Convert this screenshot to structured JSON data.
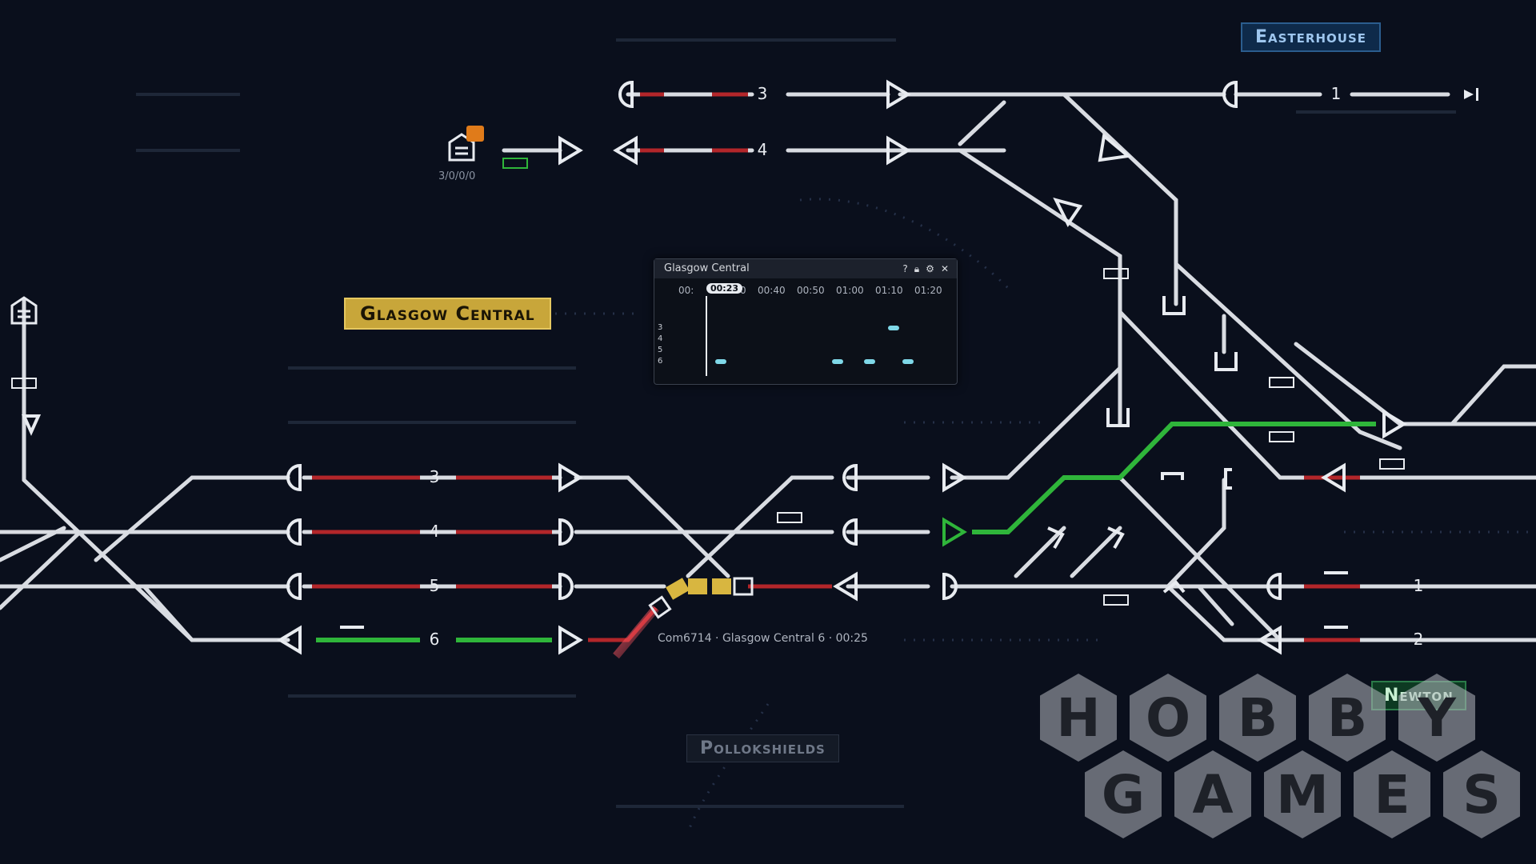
{
  "stations": {
    "easterhouse": "Easterhouse",
    "glasgow_central": "Glasgow Central",
    "newton": "Newton",
    "pollokshields": "Pollokshields"
  },
  "upper_tracks": {
    "t3": "3",
    "t4": "4",
    "easterhouse_1": "1"
  },
  "lower_tracks": {
    "t3": "3",
    "t4": "4",
    "t5": "5",
    "t6": "6",
    "r1": "1",
    "r2": "2"
  },
  "depot_readout": "3/0/0/0",
  "timetable": {
    "title": "Glasgow Central",
    "current_time": "00:23",
    "time_ticks": [
      "00:",
      "00:30",
      "00:40",
      "00:50",
      "01:00",
      "01:10",
      "01:20"
    ],
    "rows": [
      "3",
      "4",
      "5",
      "6"
    ]
  },
  "train_hint": "Com6714 · Glasgow Central  6 · 00:25",
  "watermark": {
    "row1": [
      "H",
      "O",
      "B",
      "B",
      "Y"
    ],
    "row2": [
      "G",
      "A",
      "M",
      "E",
      "S"
    ]
  },
  "colors": {
    "track": "#d9dce2",
    "red": "#b3262a",
    "green": "#2fb53a",
    "train": "#d8b640"
  }
}
